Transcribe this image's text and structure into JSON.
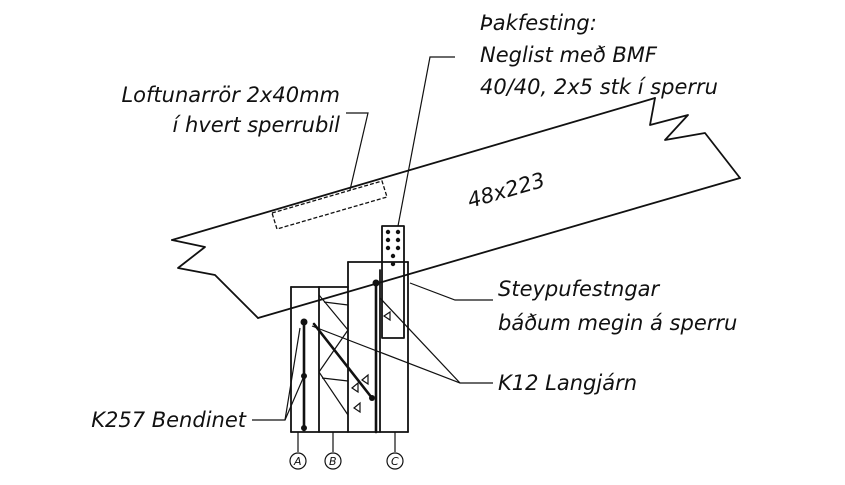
{
  "labels": {
    "roof_fastening_title": "Þakfesting:",
    "roof_fastening_line1": "Neglist með BMF",
    "roof_fastening_line2": "40/40, 2x5 stk í sperru",
    "vent_line1": "Loftunarrör 2x40mm",
    "vent_line2": "í hvert sperrubil",
    "rafter_size": "48x223",
    "concrete_line1": "Steypufestngar",
    "concrete_line2": "báðum megin á sperru",
    "long_iron": "K12 Langjárn",
    "bendinet": "K257 Bendinet"
  },
  "axes": [
    "A",
    "B",
    "C"
  ]
}
